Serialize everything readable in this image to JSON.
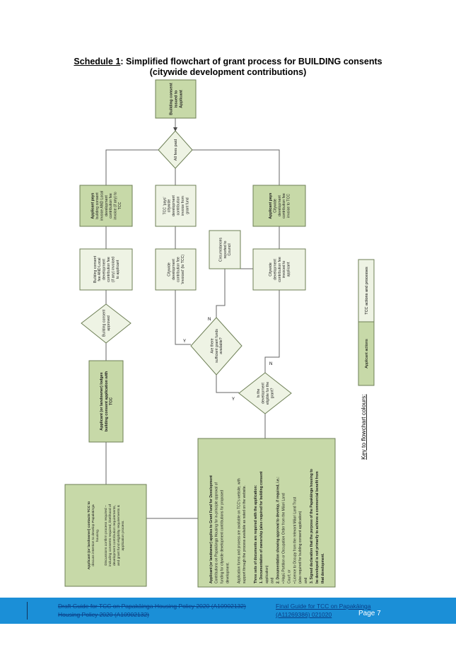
{
  "title": {
    "schedule_label": "Schedule 1",
    "line1_rest": ":  Simplified flowchart of grant process for BUILDING consents",
    "line2": "(citywide development contributions)"
  },
  "colors": {
    "applicant_fill": "#c7d9a8",
    "tcc_fill": "#eef3e4",
    "stroke": "#6d7f55",
    "footer_bg": "#1b8fd7"
  },
  "nodes": {
    "issued": [
      "Building consent",
      "issued to",
      "Applicant"
    ],
    "all_fees": [
      "All fees paid"
    ],
    "pays_building": [
      "Applicant pays",
      "building consent",
      "invoice AND Local",
      "development",
      "contribution fee",
      "invoice (if any) to",
      "TCC"
    ],
    "tcc_pays": [
      "TCC 'pays'",
      "citywide",
      "development",
      "contribution",
      "invoice from",
      "grant fund"
    ],
    "pays_citywide": [
      "Applicant pays",
      "Citywide",
      "development",
      "contribution fee",
      "invoice to TCC"
    ],
    "circumstances": [
      "Circumstances",
      "reported to",
      "Council"
    ],
    "fee_invoiced": [
      "Building consent",
      "fee AND Local",
      "development",
      "contribution fee",
      "(if any) invoiced",
      "to applicant"
    ],
    "citywide_invoiced_tcc": [
      "Citywide",
      "development",
      "contribution fee",
      "'invoiced' (to TCC)"
    ],
    "citywide_invoiced_applicant": [
      "Citywide",
      "development",
      "contribution fee",
      "invoiced to",
      "applicant"
    ],
    "approved": [
      "Building consent",
      "approved"
    ],
    "funds": [
      "Are there",
      "sufficient grant funds",
      "available?"
    ],
    "eligible": [
      "Is the",
      "development",
      "eligible for the",
      "grant?"
    ],
    "lodges": [
      "Applicant (or landowner) lodges",
      "building consent application with",
      "TCC"
    ],
    "contacts": [
      "Applicant (or landowner) contacts TCC to",
      "discuss intention to develop Papakāinga",
      "housing.",
      "",
      "Discussions confirm process required –",
      "including consents required, likelihood of",
      "development contribution requirements,",
      "and grant fund eligibility requirements &",
      "application process."
    ],
    "applies": [
      "Applicant (or landowner) applies to Grant Fund for Development",
      "Contributions on Papakāinga Housing for in-principle approval of",
      "funding for citywide development contributions for proposed",
      "development.",
      "",
      "Application forms and process are available on TCC's website, with",
      "support through the process available as noted on the website.",
      "",
      "Three sets of documents are required with the application:",
      "1. Documentation of ownership (also required for building consent",
      "application)",
      "and",
      "2. Documentation showing approval to develop, if required, i.e.:",
      "•     Hapū Partition or Occupation Order from the Māori Land",
      "      Court; or",
      "•     Licence to Occupy from the relevant Māori Land Trust",
      "(also required for building consent application)",
      "and",
      "3. Signed declaration that the purpose of the Papakāinga housing to",
      "be developed is not primarily to achieve a commercial benefit from",
      "that development."
    ]
  },
  "arrow_labels": {
    "y_funds": "Y",
    "n_funds": "N",
    "y_eligible": "Y",
    "n_eligible": "N"
  },
  "key": {
    "title": "Key to flowchart colours:",
    "applicant": "Applicant actions",
    "tcc": "TCC actions and processes"
  },
  "footer": {
    "line1_struck": "Draft Guide for TCC on Papakāinga Housing Policy 2020 (A10902132)",
    "line2_struck": "Housing Policy 2020 (A10902132)",
    "line1_right": "Final Guide for TCC on Papakāinga",
    "line2_right": "(A11269386) 021020",
    "page": "Page 7"
  }
}
